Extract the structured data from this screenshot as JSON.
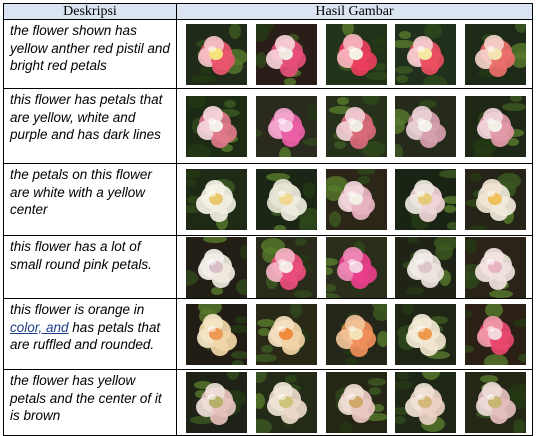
{
  "table": {
    "header": {
      "description": "Deskripsi",
      "images": "Hasil Gambar"
    },
    "rows": [
      {
        "description": "the flower shown has yellow anther red pistil and bright red petals",
        "images": [
          {
            "bg": "#1f2a18",
            "flower": "#e9566e",
            "accent": "#f4e27a",
            "glow": "#f6c3c8"
          },
          {
            "bg": "#2a1f18",
            "flower": "#e54e7a",
            "accent": "#f0e9df",
            "glow": "#f7d3da"
          },
          {
            "bg": "#23321b",
            "flower": "#ec3e5c",
            "accent": "#f4f0e4",
            "glow": "#f8b5bf"
          },
          {
            "bg": "#20301c",
            "flower": "#ea4f62",
            "accent": "#f6e7a2",
            "glow": "#f9cfd3"
          },
          {
            "bg": "#1c2a17",
            "flower": "#ec6f6b",
            "accent": "#f3e3b0",
            "glow": "#f6d2ca"
          }
        ]
      },
      {
        "description": "this flower has petals that are yellow, white and purple and has dark lines",
        "images": [
          {
            "bg": "#1d2a14",
            "flower": "#e07a8a",
            "accent": "#f2f0ea",
            "glow": "#f5d7de"
          },
          {
            "bg": "#2b2a1f",
            "flower": "#ec5fa8",
            "accent": "#f7d0e6",
            "glow": "#f4a8cf"
          },
          {
            "bg": "#26301b",
            "flower": "#d86a78",
            "accent": "#f1ece2",
            "glow": "#f3cfd6"
          },
          {
            "bg": "#252a1a",
            "flower": "#d7a0b0",
            "accent": "#f5f1ea",
            "glow": "#ead1d7"
          },
          {
            "bg": "#1f2817",
            "flower": "#e39aa8",
            "accent": "#f4efe6",
            "glow": "#f0d5da"
          }
        ]
      },
      {
        "description": "the petals on this flower are white with a yellow center",
        "images": [
          {
            "bg": "#1e2a16",
            "flower": "#f1eee2",
            "accent": "#e9c870",
            "glow": "#f5f2e8"
          },
          {
            "bg": "#1c2616",
            "flower": "#eeebe0",
            "accent": "#f0d890",
            "glow": "#e6e4d4"
          },
          {
            "bg": "#2b2618",
            "flower": "#e8b3c2",
            "accent": "#f3efe4",
            "glow": "#f2d7dd"
          },
          {
            "bg": "#1a2414",
            "flower": "#efd5d8",
            "accent": "#e6cb7c",
            "glow": "#ede8df"
          },
          {
            "bg": "#262418",
            "flower": "#f0e9dc",
            "accent": "#f0c25c",
            "glow": "#f2e4d2"
          }
        ]
      },
      {
        "description": "this flower has a lot of small round pink petals.",
        "images": [
          {
            "bg": "#231f16",
            "flower": "#efe9e0",
            "accent": "#d9c0c8",
            "glow": "#f4efea"
          },
          {
            "bg": "#2a2a1a",
            "flower": "#e94d7c",
            "accent": "#f5e9e4",
            "glow": "#f5b3c4"
          },
          {
            "bg": "#2c2e1c",
            "flower": "#ea3f8c",
            "accent": "#f4d0e0",
            "glow": "#f08ab8"
          },
          {
            "bg": "#1f2417",
            "flower": "#eae4dc",
            "accent": "#dcc6cc",
            "glow": "#f2ece6"
          },
          {
            "bg": "#2a2418",
            "flower": "#efe2dd",
            "accent": "#e7b5c2",
            "glow": "#f4e4e0"
          }
        ]
      },
      {
        "description": "this flower is orange in color, and has petals that are ruffled and rounded.",
        "underline": "color, and",
        "images": [
          {
            "bg": "#221d14",
            "flower": "#f1d6a8",
            "accent": "#ee9a54",
            "glow": "#f5e6c8"
          },
          {
            "bg": "#2a2817",
            "flower": "#f0d3a6",
            "accent": "#f08a3c",
            "glow": "#f4e1c2"
          },
          {
            "bg": "#25261a",
            "flower": "#ef8f5a",
            "accent": "#f3e2b6",
            "glow": "#f2c49a"
          },
          {
            "bg": "#202616",
            "flower": "#f1e6cf",
            "accent": "#ee9a4a",
            "glow": "#f4ecd8"
          },
          {
            "bg": "#2a2016",
            "flower": "#e8476e",
            "accent": "#f3d6dc",
            "glow": "#f19aaa"
          }
        ]
      },
      {
        "description": "the flower has yellow petals and the center of it is brown",
        "images": [
          {
            "bg": "#1f2317",
            "flower": "#e6c2bf",
            "accent": "#b5b16a",
            "glow": "#efe0d8"
          },
          {
            "bg": "#232a18",
            "flower": "#ecd9c8",
            "accent": "#d0c37a",
            "glow": "#efe6d8"
          },
          {
            "bg": "#262616",
            "flower": "#e9c9c2",
            "accent": "#cfa86a",
            "glow": "#f0ddd4"
          },
          {
            "bg": "#1f2716",
            "flower": "#ecd1c4",
            "accent": "#d6b97a",
            "glow": "#f1e3d6"
          },
          {
            "bg": "#252716",
            "flower": "#e5bfc0",
            "accent": "#c9b574",
            "glow": "#eedcd8"
          }
        ]
      }
    ]
  }
}
